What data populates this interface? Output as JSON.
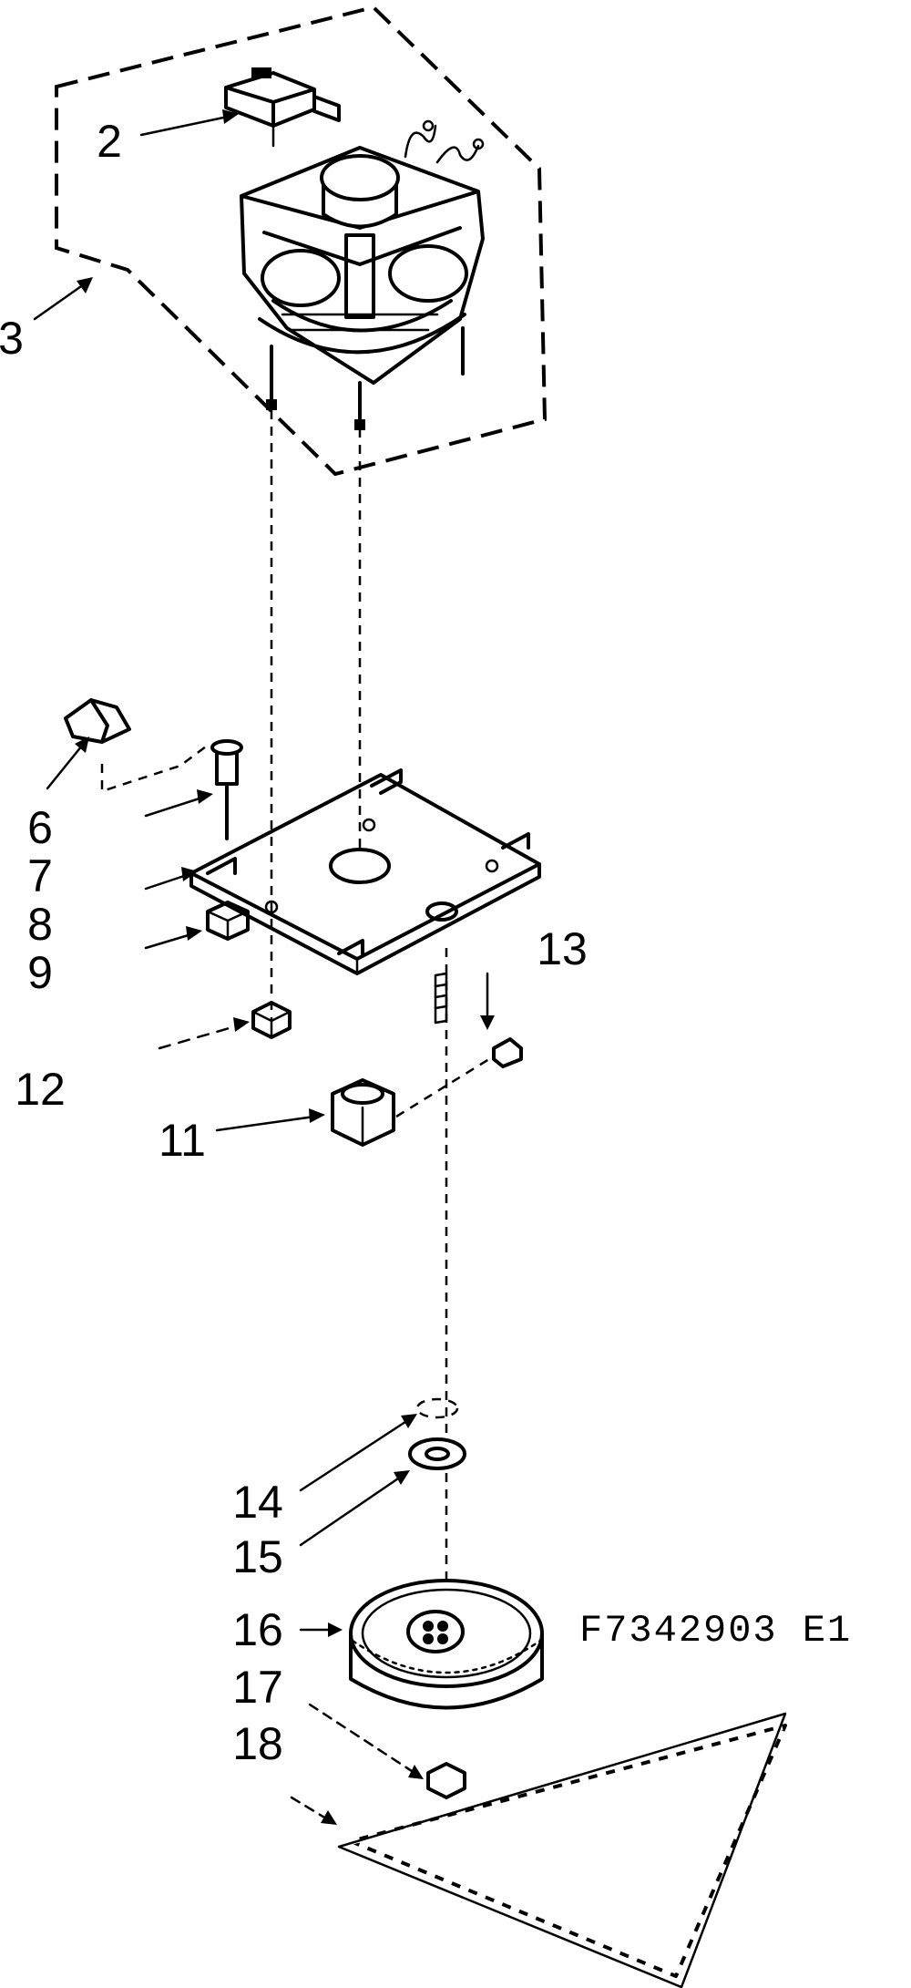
{
  "diagram": {
    "drawing_code": "F7342903 E1",
    "callouts": [
      {
        "id": "c2",
        "label": "2"
      },
      {
        "id": "c3",
        "label": "3"
      },
      {
        "id": "c6",
        "label": "6"
      },
      {
        "id": "c7",
        "label": "7"
      },
      {
        "id": "c8",
        "label": "8"
      },
      {
        "id": "c9",
        "label": "9"
      },
      {
        "id": "c11",
        "label": "11"
      },
      {
        "id": "c12",
        "label": "12"
      },
      {
        "id": "c13",
        "label": "13"
      },
      {
        "id": "c14",
        "label": "14"
      },
      {
        "id": "c15",
        "label": "15"
      },
      {
        "id": "c16",
        "label": "16"
      },
      {
        "id": "c17",
        "label": "17"
      },
      {
        "id": "c18",
        "label": "18"
      }
    ]
  }
}
